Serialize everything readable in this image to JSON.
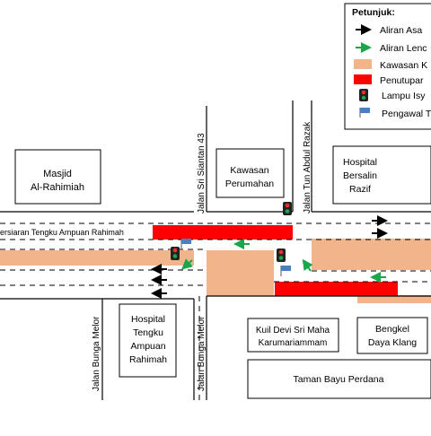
{
  "legend": {
    "title": "Petunjuk:",
    "items": [
      {
        "label": "Aliran Asa",
        "icon": "black-arrow-icon",
        "color": "#000000"
      },
      {
        "label": "Aliran Lenc",
        "icon": "green-arrow-icon",
        "color": "#1aa64a"
      },
      {
        "label": "Kawasan K",
        "icon": "tan-area-swatch",
        "color": "#f2b48a"
      },
      {
        "label": "Penutupar",
        "icon": "red-closure-swatch",
        "color": "#ff0000"
      },
      {
        "label": "Lampu Isy",
        "icon": "traffic-light-icon",
        "color": "#1aa64a"
      },
      {
        "label": "Pengawal T",
        "icon": "blue-flag-icon",
        "color": "#4a7fc1"
      }
    ]
  },
  "buildings": {
    "masjid": [
      "Masjid",
      "Al-Rahimiah"
    ],
    "perumahan": [
      "Kawasan",
      "Perumahan"
    ],
    "hospital_bersalin": [
      "Hospital",
      "Bersalin",
      "Razif"
    ],
    "hospital_tengku": [
      "Hospital",
      "Tengku",
      "Ampuan",
      "Rahimah"
    ],
    "kuil": [
      "Kuil Devi Sri Maha",
      "Karumariammam"
    ],
    "bengkel": [
      "Bengkel",
      "Daya Klang"
    ],
    "taman": "Taman Bayu Perdana"
  },
  "roads": {
    "main": "Persiaran Tengku Ampuan Rahimah",
    "sri_siantan": "Jalan Sri Siantan 43",
    "tun_abdul_razak": "Jalan Tun Abdul Razak",
    "bunga_melor_left": "Jalan Bunga Melor",
    "bunga_melor_right": "Jalan Bunga Melor"
  },
  "colors": {
    "closure": "#ff0000",
    "area": "#f2b48a",
    "green_arrow": "#1aa64a",
    "flag": "#4a7fc1"
  }
}
